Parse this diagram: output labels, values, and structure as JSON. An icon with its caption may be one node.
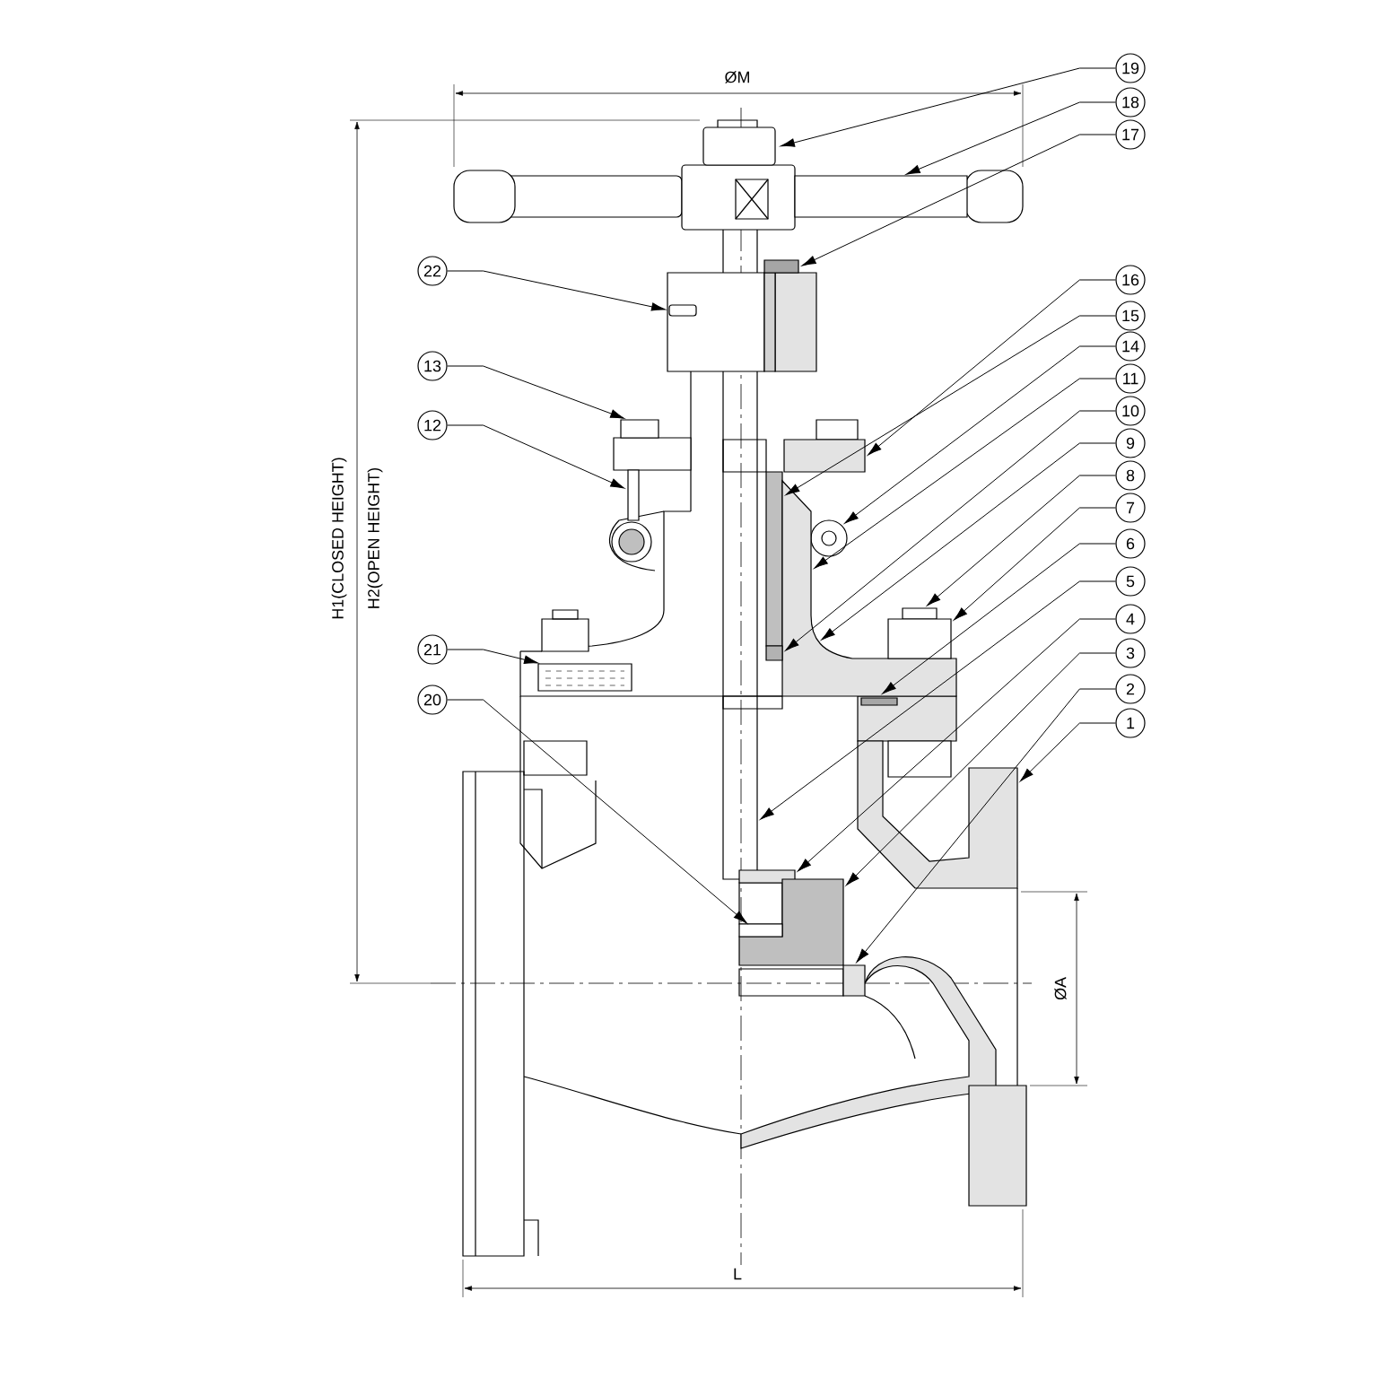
{
  "diagram": {
    "nodes": [
      {
        "text": [
          "19"
        ]
      },
      {
        "text": [
          "18"
        ]
      },
      {
        "text": [
          "17"
        ]
      },
      {
        "text": [
          "22"
        ]
      },
      {
        "text": [
          "16"
        ]
      },
      {
        "text": [
          "15"
        ]
      },
      {
        "text": [
          "14"
        ]
      },
      {
        "text": [
          "13"
        ]
      },
      {
        "text": [
          "11"
        ]
      },
      {
        "text": [
          "10"
        ]
      },
      {
        "text": [
          "12"
        ]
      },
      {
        "text": [
          "9"
        ]
      },
      {
        "text": [
          "8"
        ]
      },
      {
        "text": [
          "7"
        ]
      },
      {
        "text": [
          "6"
        ]
      },
      {
        "text": [
          "5"
        ]
      },
      {
        "text": [
          "4"
        ]
      },
      {
        "text": [
          "3"
        ]
      },
      {
        "text": [
          "21"
        ]
      },
      {
        "text": [
          "2"
        ]
      },
      {
        "text": [
          "20"
        ]
      },
      {
        "text": [
          "1"
        ]
      },
      {
        "text": [],
        "shape": "box"
      },
      {
        "text": [],
        "shape": "box"
      },
      {
        "text": [],
        "shape": "box"
      },
      {
        "text": [],
        "shape": "box"
      },
      {
        "text": [],
        "shape": "box"
      },
      {
        "text": [],
        "shape": "box"
      },
      {
        "text": [],
        "shape": "box"
      },
      {
        "text": [],
        "shape": "box"
      },
      {
        "text": [],
        "shape": "box"
      },
      {
        "text": [],
        "shape": "circle"
      },
      {
        "text": [],
        "shape": "picture"
      },
      {
        "text": [],
        "shape": "box"
      },
      {
        "text": [],
        "shape": "box"
      },
      {
        "text": [],
        "shape": "box"
      },
      {
        "text": [],
        "shape": "box"
      },
      {
        "text": [],
        "shape": "box"
      },
      {
        "text": [],
        "shape": "picture"
      },
      {
        "text": [],
        "shape": "box"
      },
      {
        "text": [],
        "shape": "picture"
      },
      {
        "text": [],
        "shape": "box"
      },
      {
        "text": [],
        "shape": "box"
      }
    ],
    "edges": [
      {
        "from": 0,
        "to": 22,
        "arrow": "to"
      },
      {
        "from": 1,
        "to": 23,
        "arrow": "to"
      },
      {
        "from": 2,
        "to": 25,
        "arrow": "to"
      },
      {
        "from": 3,
        "to": 26,
        "arrow": "to"
      },
      {
        "from": 4,
        "to": 28,
        "arrow": "to"
      },
      {
        "from": 5,
        "to": 29,
        "arrow": "to"
      },
      {
        "from": 6,
        "to": 31,
        "arrow": "to"
      },
      {
        "from": 7,
        "to": 27,
        "arrow": "to"
      },
      {
        "from": 8,
        "to": 32,
        "arrow": "to"
      },
      {
        "from": 9,
        "to": 35,
        "arrow": "to"
      },
      {
        "from": 10,
        "to": 30,
        "arrow": "to"
      },
      {
        "from": 11,
        "to": 32,
        "arrow": "to"
      },
      {
        "from": 12,
        "to": 33,
        "arrow": "to"
      },
      {
        "from": 13,
        "to": 34,
        "arrow": "to"
      },
      {
        "from": 14,
        "to": 37,
        "arrow": "to"
      },
      {
        "from": 15,
        "to": 24,
        "arrow": "to"
      },
      {
        "from": 16,
        "to": 39,
        "arrow": "to"
      },
      {
        "from": 17,
        "to": 40,
        "arrow": "to"
      },
      {
        "from": 18,
        "to": 36,
        "arrow": "to"
      },
      {
        "from": 19,
        "to": 42,
        "arrow": "to"
      },
      {
        "from": 20,
        "to": 41,
        "arrow": "to"
      },
      {
        "from": 21,
        "to": 38,
        "arrow": "to"
      }
    ],
    "labels": [
      "ØM",
      "H1(CLOSED HEIGHT)",
      "H2(OPEN HEIGHT)",
      "ØA",
      "L"
    ]
  }
}
